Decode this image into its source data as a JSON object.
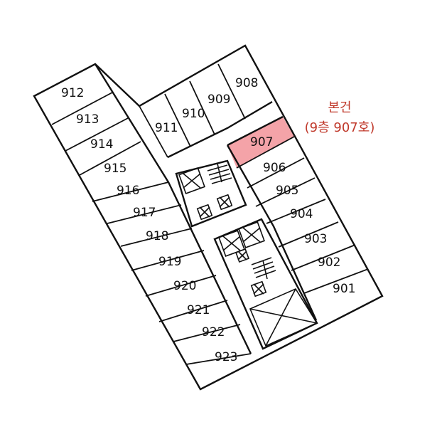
{
  "colors": {
    "line": "#111111",
    "highlight": "#f4a3a8",
    "note": "#c0392b"
  },
  "note": {
    "line1": "본건",
    "line2": "(9층 907호)"
  },
  "highlighted_room": "907",
  "rooms": [
    {
      "id": "912",
      "label": "912"
    },
    {
      "id": "913",
      "label": "913"
    },
    {
      "id": "914",
      "label": "914"
    },
    {
      "id": "915",
      "label": "915"
    },
    {
      "id": "916",
      "label": "916"
    },
    {
      "id": "917",
      "label": "917"
    },
    {
      "id": "918",
      "label": "918"
    },
    {
      "id": "919",
      "label": "919"
    },
    {
      "id": "920",
      "label": "920"
    },
    {
      "id": "921",
      "label": "921"
    },
    {
      "id": "922",
      "label": "922"
    },
    {
      "id": "923",
      "label": "923"
    },
    {
      "id": "911",
      "label": "911"
    },
    {
      "id": "910",
      "label": "910"
    },
    {
      "id": "909",
      "label": "909"
    },
    {
      "id": "908",
      "label": "908"
    },
    {
      "id": "907",
      "label": "907"
    },
    {
      "id": "906",
      "label": "906"
    },
    {
      "id": "905",
      "label": "905"
    },
    {
      "id": "904",
      "label": "904"
    },
    {
      "id": "903",
      "label": "903"
    },
    {
      "id": "902",
      "label": "902"
    },
    {
      "id": "901",
      "label": "901"
    }
  ]
}
